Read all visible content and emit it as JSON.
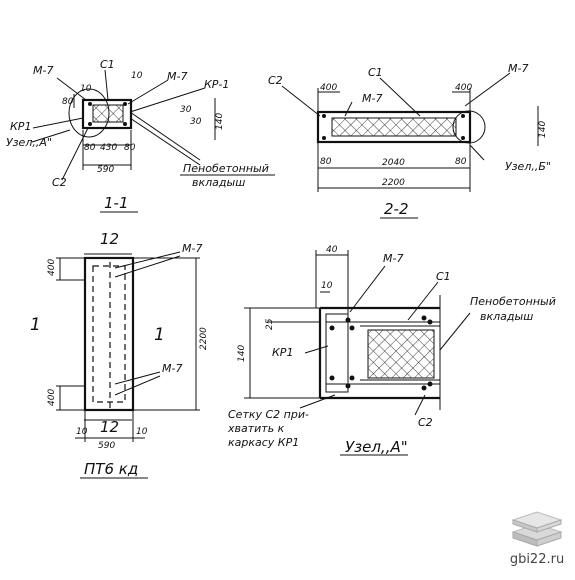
{
  "sections": {
    "s11": {
      "title": "1-1",
      "labels": {
        "m7_left": "М-7",
        "c1": "С1",
        "dim_top": "10",
        "m7_right": "М-7",
        "kr1_right": "КР-1",
        "kr1_left": "КР1",
        "node_a": "Узел,,А\"",
        "c2": "С2"
      },
      "dims": {
        "d80": "80",
        "d10": "10",
        "d30a": "30",
        "d30b": "30",
        "d140": "140",
        "d80b": "80",
        "d430": "430",
        "d80c": "80",
        "d590": "590"
      }
    },
    "s22": {
      "title": "2-2",
      "labels": {
        "c2": "С2",
        "c1": "С1",
        "m7_top": "М-7",
        "m7_mid": "М-7",
        "node_b": "Узел,,Б\""
      },
      "dims": {
        "d400a": "400",
        "d400b": "400",
        "d140": "140",
        "d80a": "80",
        "d2040": "2040",
        "d80b": "80",
        "d2200": "2200"
      }
    },
    "foam_callout": {
      "line1": "Пенобетонный",
      "line2": "вкладыш"
    },
    "plan": {
      "title": "ПТ6 кд",
      "labels": {
        "sec1_left": "1",
        "sec1_right": "1",
        "top12": "12",
        "bot12": "12",
        "m7_top": "М-7",
        "m7_bot": "М-7"
      },
      "dims": {
        "d400": "400",
        "d2200": "2200",
        "d400b": "400",
        "d10a": "10",
        "d590": "590",
        "d10b": "10"
      }
    },
    "node_a": {
      "title": "Узел,,А\"",
      "labels": {
        "m7": "М-7",
        "c1": "С1",
        "kr1": "КР1",
        "c2": "С2",
        "foam1": "Пенобетонный",
        "foam2": "вкладыш"
      },
      "dims": {
        "d40": "40",
        "d10": "10",
        "d25": "25",
        "d140": "140"
      },
      "note": {
        "line1": "Сетку С2 при-",
        "line2": "хватить к",
        "line3": "каркасу КР1"
      }
    }
  },
  "watermark": {
    "text": "gbi22.ru"
  }
}
